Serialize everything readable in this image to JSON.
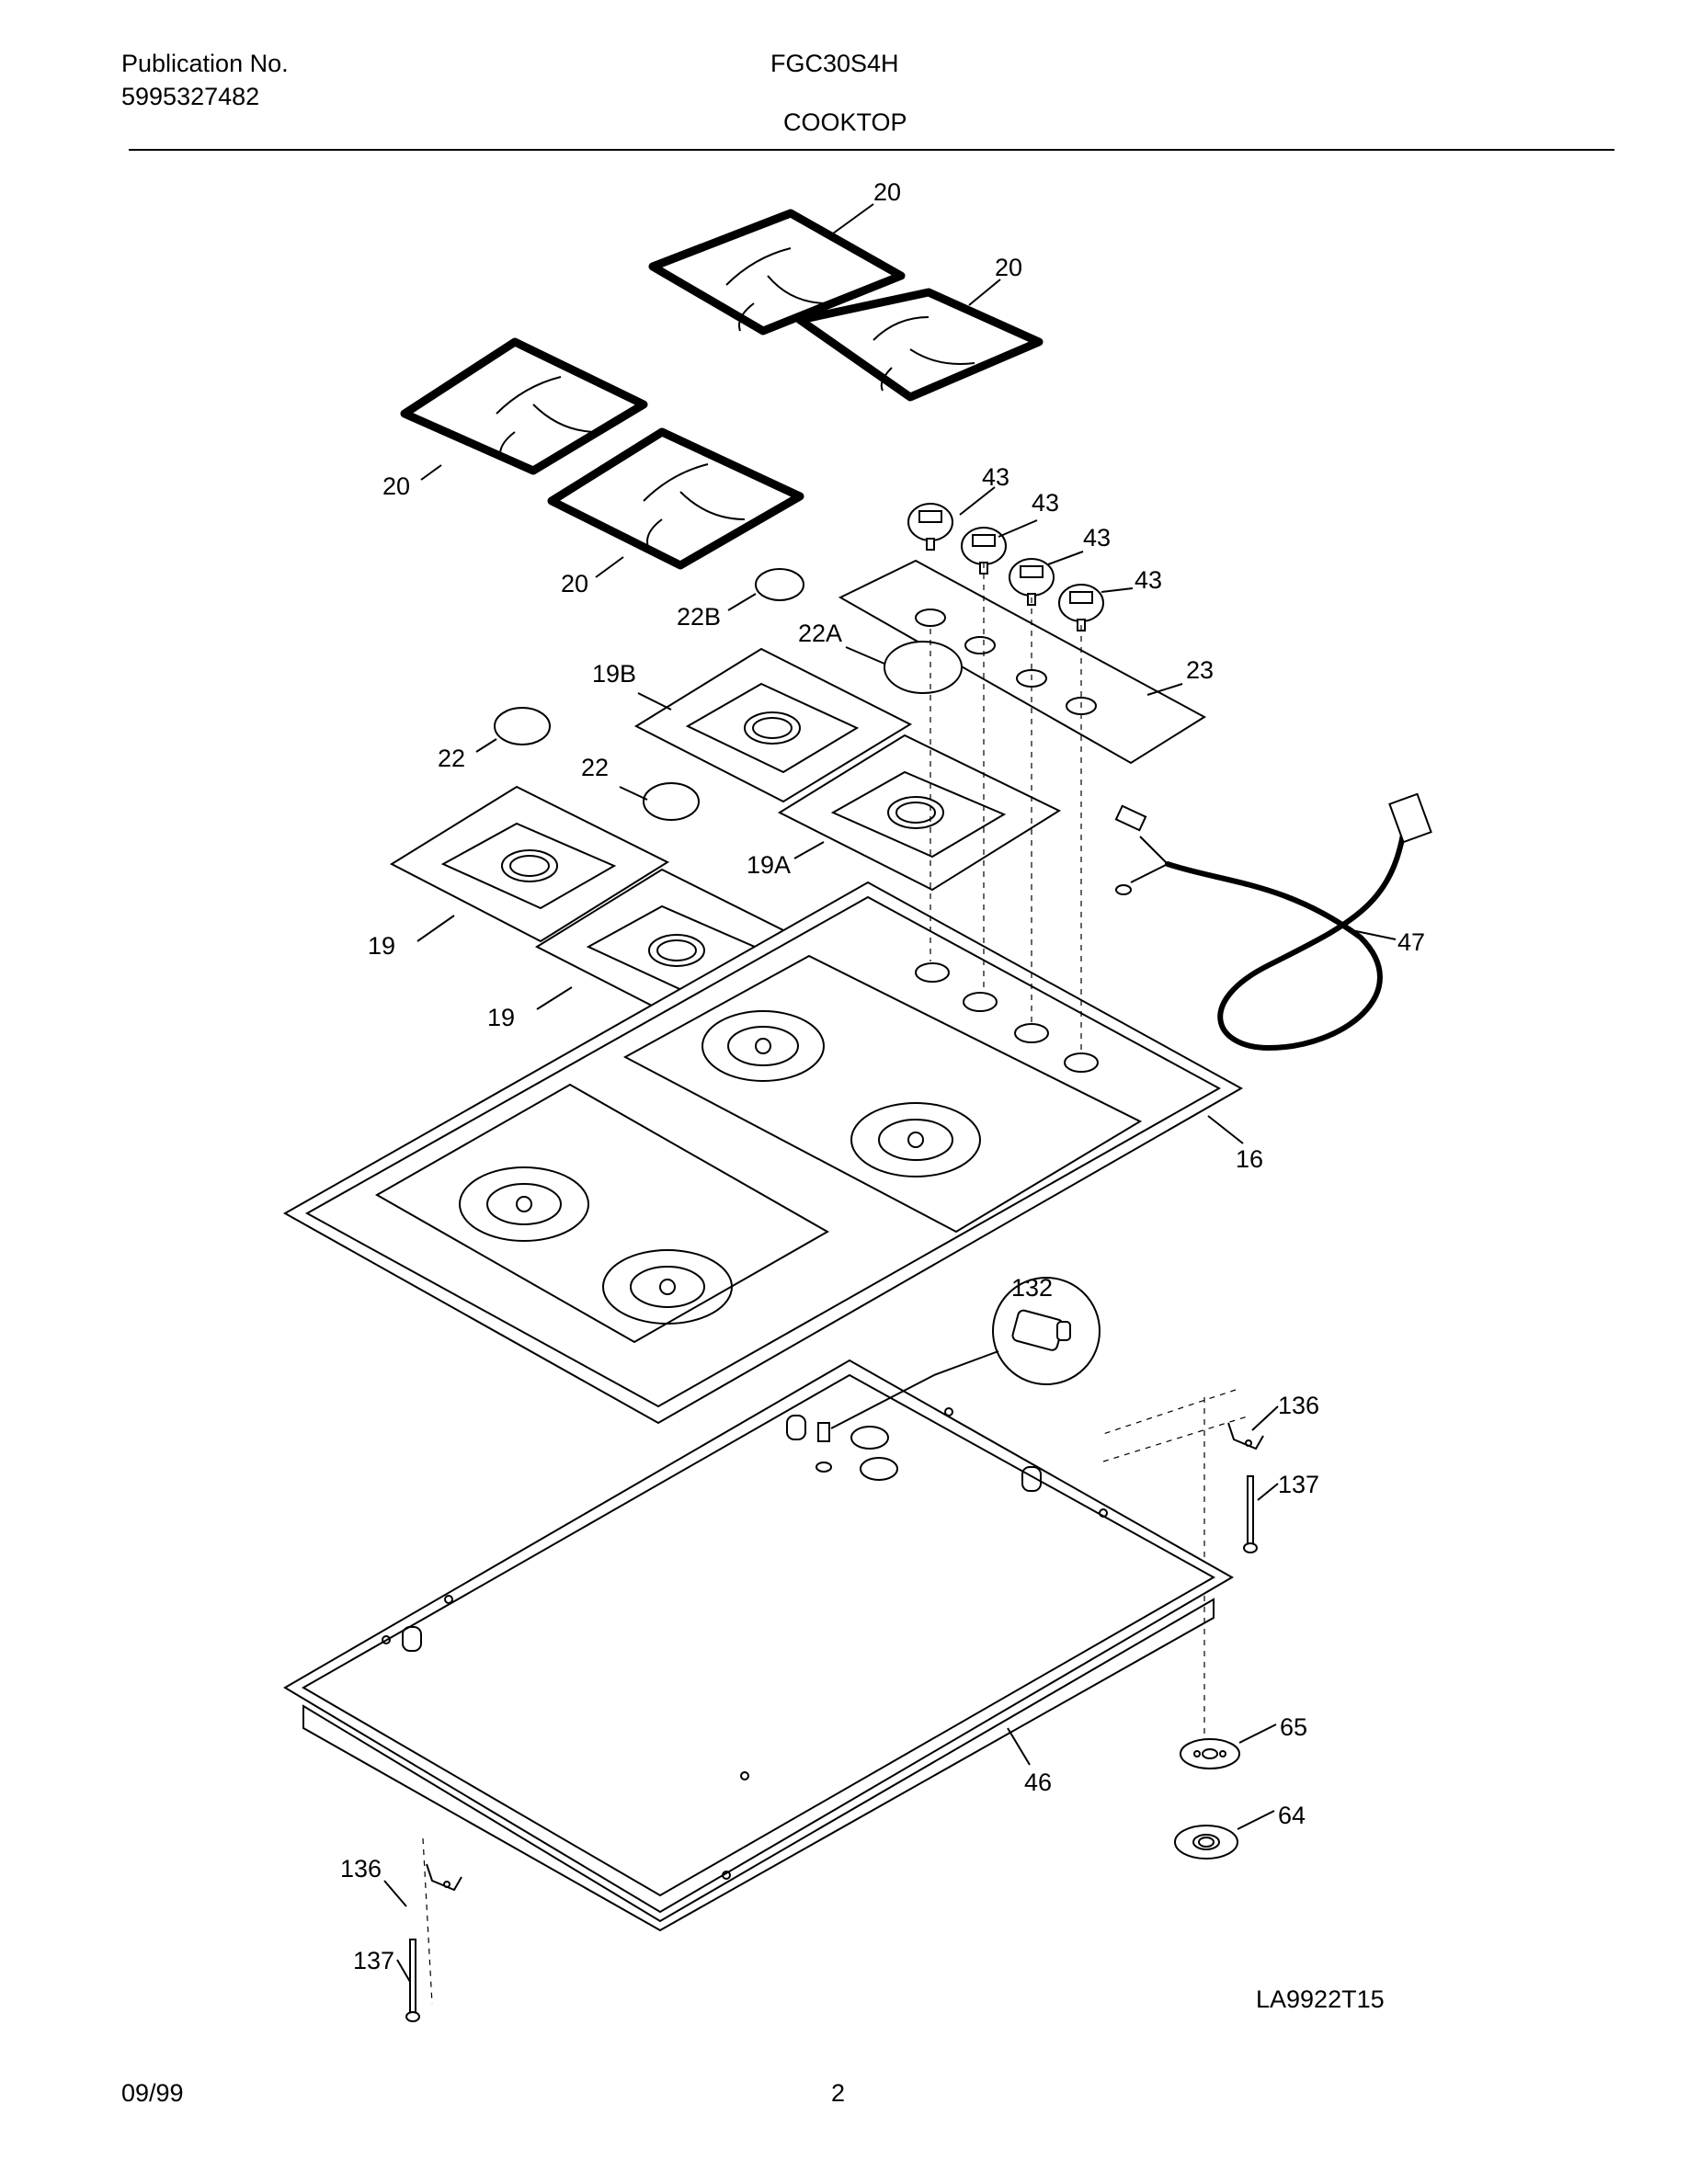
{
  "header": {
    "publication_label": "Publication No.",
    "publication_number": "5995327482",
    "model": "FGC30S4H",
    "section": "COOKTOP"
  },
  "footer": {
    "date": "09/99",
    "page": "2",
    "diagram_code": "LA9922T15"
  },
  "part_labels": {
    "grate_1": "20",
    "grate_2": "20",
    "grate_3": "20",
    "grate_4": "20",
    "knob_1": "43",
    "knob_2": "43",
    "knob_3": "43",
    "knob_4": "43",
    "cap_22b": "22B",
    "cap_22a": "22A",
    "panel_23": "23",
    "bowl_19b": "19B",
    "bowl_19a": "19A",
    "bowl_19_1": "19",
    "bowl_19_2": "19",
    "cap_22_1": "22",
    "cap_22_2": "22",
    "cord_47": "47",
    "cooktop_16": "16",
    "clip_132": "132",
    "bracket_136_1": "136",
    "bracket_136_2": "136",
    "screw_137_1": "137",
    "screw_137_2": "137",
    "pan_46": "46",
    "plate_65": "65",
    "plate_64": "64"
  }
}
